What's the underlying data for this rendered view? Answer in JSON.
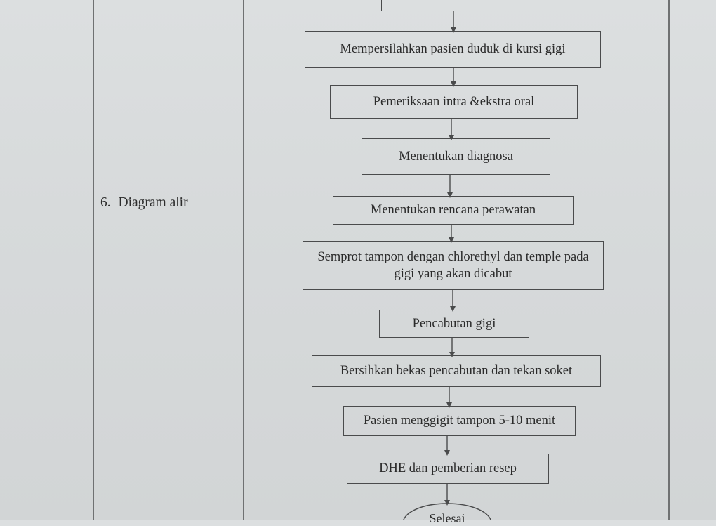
{
  "section": {
    "number": "6.",
    "title": "Diagram alir"
  },
  "flow": {
    "steps": [
      "Mempersilahkan pasien duduk di kursi gigi",
      "Pemeriksaan intra &ekstra oral",
      "Menentukan diagnosa",
      "Menentukan rencana perawatan",
      "Semprot tampon dengan  chlorethyl dan temple pada gigi yang akan dicabut",
      "Pencabutan gigi",
      "Bersihkan bekas pencabutan dan tekan soket",
      "Pasien menggigit tampon 5-10 menit",
      "DHE dan pemberian resep"
    ],
    "end_label": "Selesai"
  },
  "colors": {
    "line": "#4a4b4c",
    "paper": "#d8dbdc"
  }
}
